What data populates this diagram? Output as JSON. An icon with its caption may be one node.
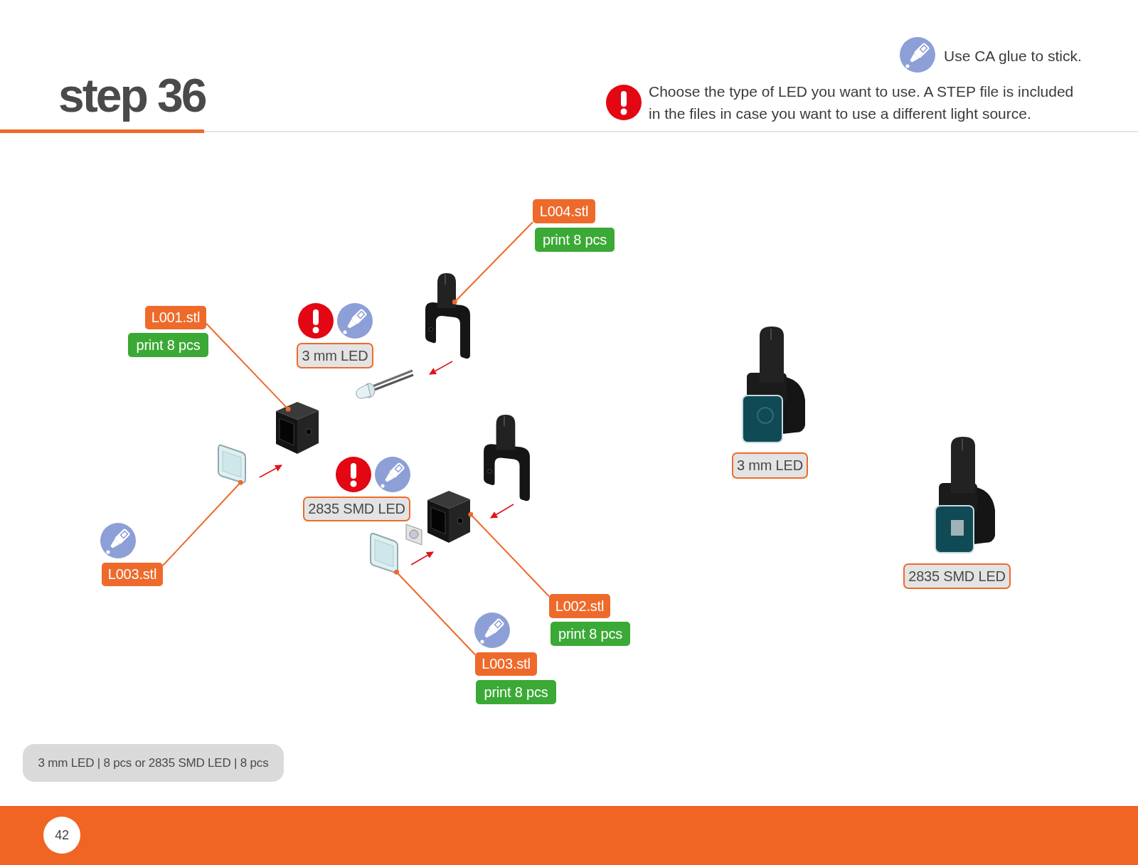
{
  "diagram": {
    "title": "step 36",
    "nodes": [
      {
        "text": [
          "L004.stl"
        ]
      },
      {
        "text": [
          "print 8 pcs"
        ]
      },
      {
        "text": [
          "L001.stl"
        ]
      },
      {
        "text": [
          "print 8 pcs"
        ]
      },
      {
        "text": [
          "3 mm LED"
        ]
      },
      {
        "text": [
          "3 mm LED"
        ]
      },
      {
        "text": [
          "2835 SMD LED"
        ]
      },
      {
        "text": [
          "L003.stl"
        ]
      },
      {
        "text": [
          "2835 SMD LED"
        ]
      },
      {
        "text": [
          "L002.stl"
        ]
      },
      {
        "text": [
          "print 8 pcs"
        ]
      },
      {
        "text": [
          "L003.stl"
        ]
      },
      {
        "text": [
          "print 8 pcs"
        ]
      },
      {
        "text": [
          "3 mm LED | 8 pcs or 2835 SMD LED | 8 pcs"
        ]
      },
      {
        "text": [
          "42"
        ]
      },
      {
        "text": [],
        "shape": "picture"
      },
      {
        "text": [],
        "shape": "picture"
      },
      {
        "text": [],
        "shape": "picture"
      },
      {
        "text": [],
        "shape": "picture"
      },
      {
        "text": [],
        "shape": "picture"
      }
    ],
    "edges": [
      {
        "from": 0,
        "to": 15,
        "arrow": "other"
      },
      {
        "from": 2,
        "to": 16,
        "arrow": "other"
      },
      {
        "from": 7,
        "to": 17,
        "arrow": "other"
      },
      {
        "from": 9,
        "to": 18,
        "arrow": "other"
      },
      {
        "from": 11,
        "to": 19,
        "arrow": "other"
      }
    ],
    "labels": [
      "Use CA glue to stick.",
      "Choose the type of LED you want to use. A STEP file is included in the files in case you want to use a different light source."
    ]
  }
}
